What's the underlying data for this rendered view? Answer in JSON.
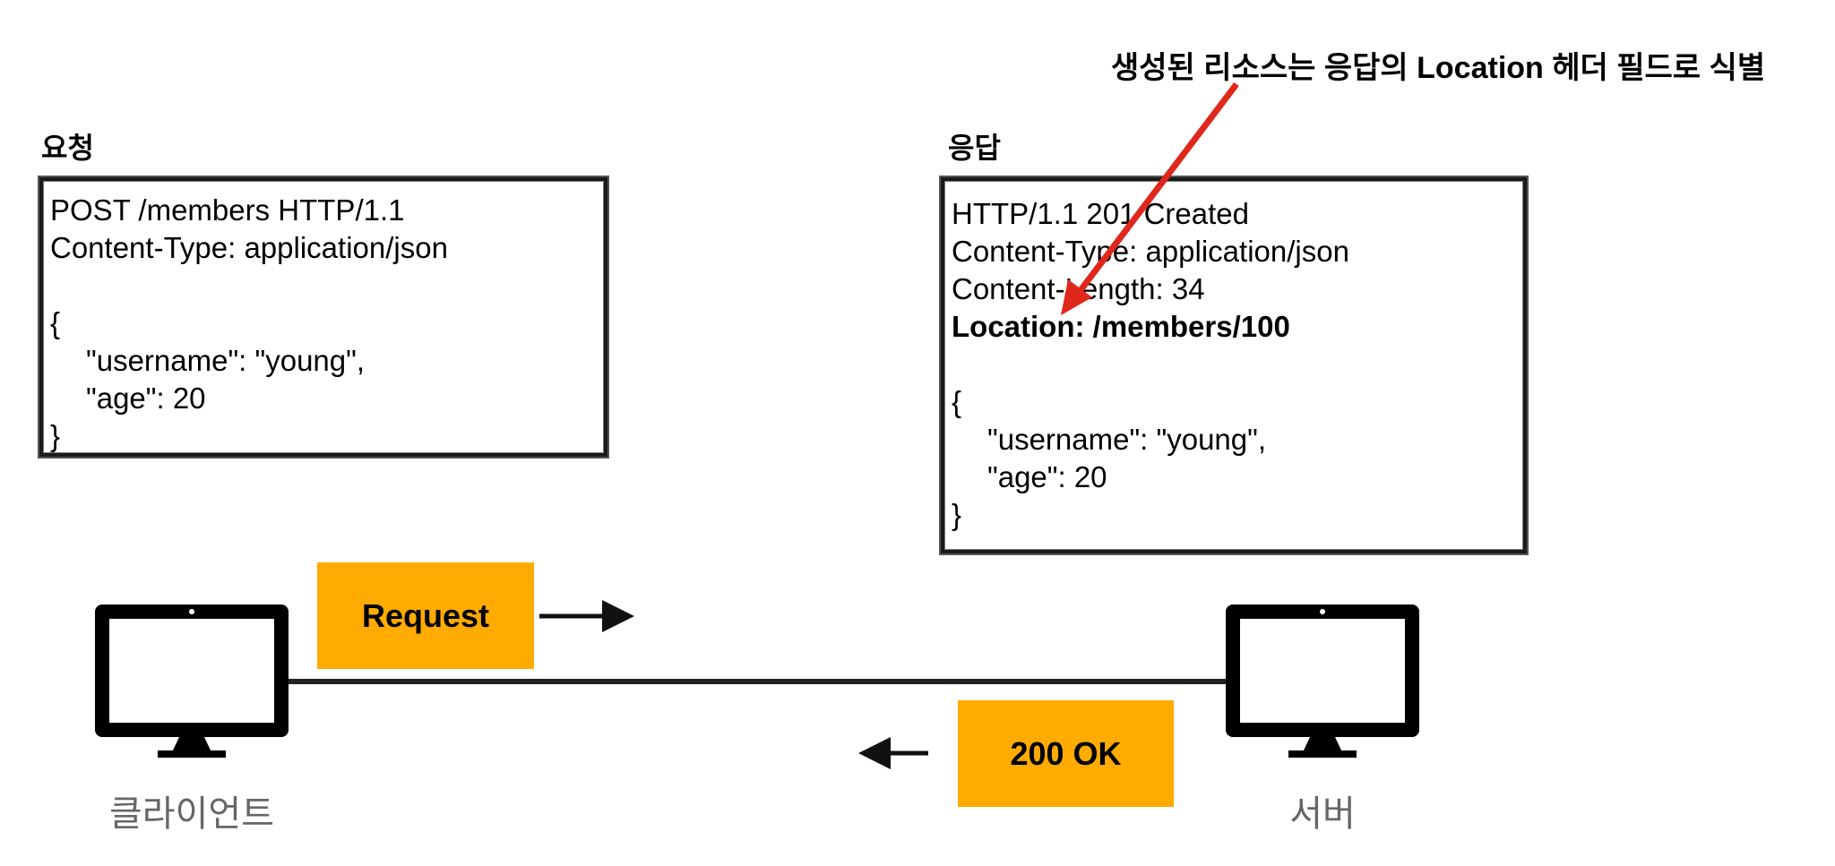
{
  "annotation": "생성된 리소스는 응답의 Location 헤더 필드로 식별",
  "request": {
    "title": "요청",
    "lines": [
      {
        "text": "POST /members HTTP/1.1",
        "bold": false,
        "indent": false
      },
      {
        "text": "Content-Type: application/json",
        "bold": false,
        "indent": false
      },
      {
        "text": "",
        "bold": false,
        "indent": false
      },
      {
        "text": "{",
        "bold": false,
        "indent": false
      },
      {
        "text": "\"username\": \"young\",",
        "bold": false,
        "indent": true
      },
      {
        "text": "\"age\": 20",
        "bold": false,
        "indent": true
      },
      {
        "text": "}",
        "bold": false,
        "indent": false
      }
    ]
  },
  "response": {
    "title": "응답",
    "lines": [
      {
        "text": "HTTP/1.1 201 Created",
        "bold": false,
        "indent": false
      },
      {
        "text": "Content-Type: application/json",
        "bold": false,
        "indent": false
      },
      {
        "text": "Content-Length: 34",
        "bold": false,
        "indent": false
      },
      {
        "text": "Location: /members/100",
        "bold": true,
        "indent": false
      },
      {
        "text": "",
        "bold": false,
        "indent": false
      },
      {
        "text": "{",
        "bold": false,
        "indent": false
      },
      {
        "text": "\"username\": \"young\",",
        "bold": false,
        "indent": true
      },
      {
        "text": "\"age\": 20",
        "bold": false,
        "indent": true
      },
      {
        "text": "}",
        "bold": false,
        "indent": false
      }
    ]
  },
  "request_button": "Request",
  "response_button": "200 OK",
  "client_label": "클라이언트",
  "server_label": "서버",
  "colors": {
    "orange": "#ffab00",
    "arrow_red": "#e0271b"
  },
  "icons": [
    "monitor-icon",
    "arrow-right-icon",
    "arrow-left-icon"
  ]
}
